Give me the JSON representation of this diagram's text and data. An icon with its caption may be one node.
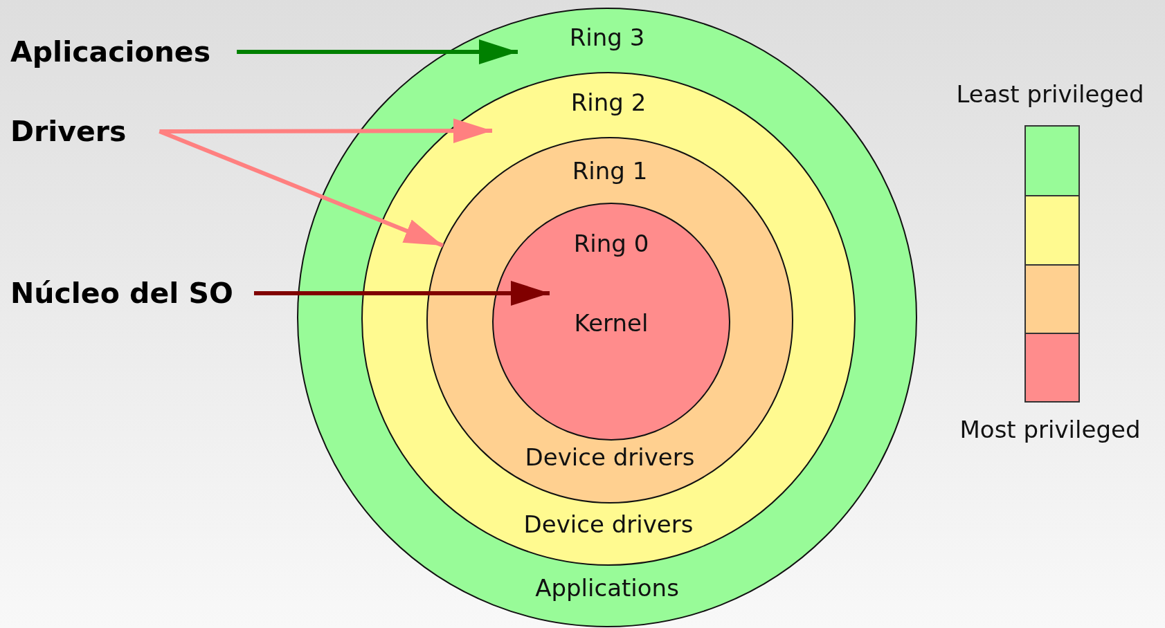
{
  "diagram": {
    "nodes": [
      {
        "text": [
          "Ring 3",
          "Applications"
        ]
      },
      {
        "text": [
          "Ring 2",
          "Device drivers"
        ],
        "in": 0
      },
      {
        "text": [
          "Ring 1",
          "Device drivers"
        ],
        "in": 1
      },
      {
        "text": [
          "Ring 0",
          "Kernel"
        ],
        "in": 2
      },
      {
        "text": [
          "Aplicaciones"
        ]
      },
      {
        "text": [
          "Drivers"
        ]
      },
      {
        "text": [
          "Núcleo del SO"
        ]
      }
    ],
    "edges": [
      {
        "from": 4,
        "to": 0,
        "arrow": "to",
        "color": "#008000"
      },
      {
        "from": 5,
        "to": 1,
        "arrow": "to"
      },
      {
        "from": 5,
        "to": 2,
        "arrow": "to"
      },
      {
        "from": 6,
        "to": 3,
        "arrow": "to",
        "color": "#800000"
      }
    ],
    "labels": [
      "Least privileged",
      "Most privileged"
    ]
  }
}
